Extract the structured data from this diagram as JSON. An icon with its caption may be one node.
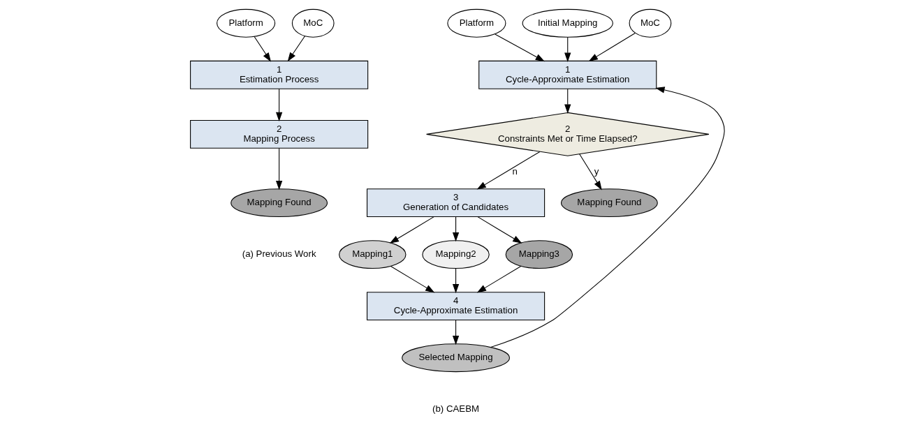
{
  "diagram": {
    "nodes": [
      {
        "text": [
          "Platform"
        ]
      },
      {
        "text": [
          "MoC"
        ]
      },
      {
        "text": [
          "1",
          "Estimation Process"
        ]
      },
      {
        "text": [
          "2",
          "Mapping Process"
        ]
      },
      {
        "text": [
          "Mapping Found"
        ]
      },
      {
        "text": [
          "Platform"
        ]
      },
      {
        "text": [
          "Initial Mapping"
        ]
      },
      {
        "text": [
          "MoC"
        ]
      },
      {
        "text": [
          "1",
          "Cycle-Approximate Estimation"
        ]
      },
      {
        "text": [
          "2",
          "Constraints Met or Time Elapsed?"
        ]
      },
      {
        "text": [
          "3",
          "Generation of Candidates"
        ]
      },
      {
        "text": [
          "Mapping1"
        ]
      },
      {
        "text": [
          "Mapping2"
        ]
      },
      {
        "text": [
          "Mapping3"
        ]
      },
      {
        "text": [
          "4",
          "Cycle-Approximate Estimation"
        ]
      },
      {
        "text": [
          "Selected Mapping"
        ]
      },
      {
        "text": [
          "Mapping Found"
        ]
      }
    ],
    "edges": [
      {
        "from": 0,
        "to": 2,
        "arrow": "to"
      },
      {
        "from": 1,
        "to": 2,
        "arrow": "to"
      },
      {
        "from": 2,
        "to": 3,
        "arrow": "to"
      },
      {
        "from": 3,
        "to": 4,
        "arrow": "to"
      },
      {
        "from": 5,
        "to": 8,
        "arrow": "to"
      },
      {
        "from": 6,
        "to": 8,
        "arrow": "to"
      },
      {
        "from": 7,
        "to": 8,
        "arrow": "to"
      },
      {
        "from": 8,
        "to": 9,
        "arrow": "to"
      },
      {
        "from": 9,
        "to": 16,
        "arrow": "to",
        "label": "y"
      },
      {
        "from": 9,
        "to": 10,
        "arrow": "to",
        "label": "n"
      },
      {
        "from": 10,
        "to": 11,
        "arrow": "to"
      },
      {
        "from": 10,
        "to": 12,
        "arrow": "to"
      },
      {
        "from": 10,
        "to": 13,
        "arrow": "to"
      },
      {
        "from": 11,
        "to": 14,
        "arrow": "to"
      },
      {
        "from": 12,
        "to": 14,
        "arrow": "to"
      },
      {
        "from": 13,
        "to": 14,
        "arrow": "to"
      },
      {
        "from": 14,
        "to": 15,
        "arrow": "to"
      },
      {
        "from": 15,
        "to": 8,
        "arrow": "to"
      }
    ],
    "labels": [
      "(a) Previous Work",
      "(b) CAEBM"
    ]
  }
}
